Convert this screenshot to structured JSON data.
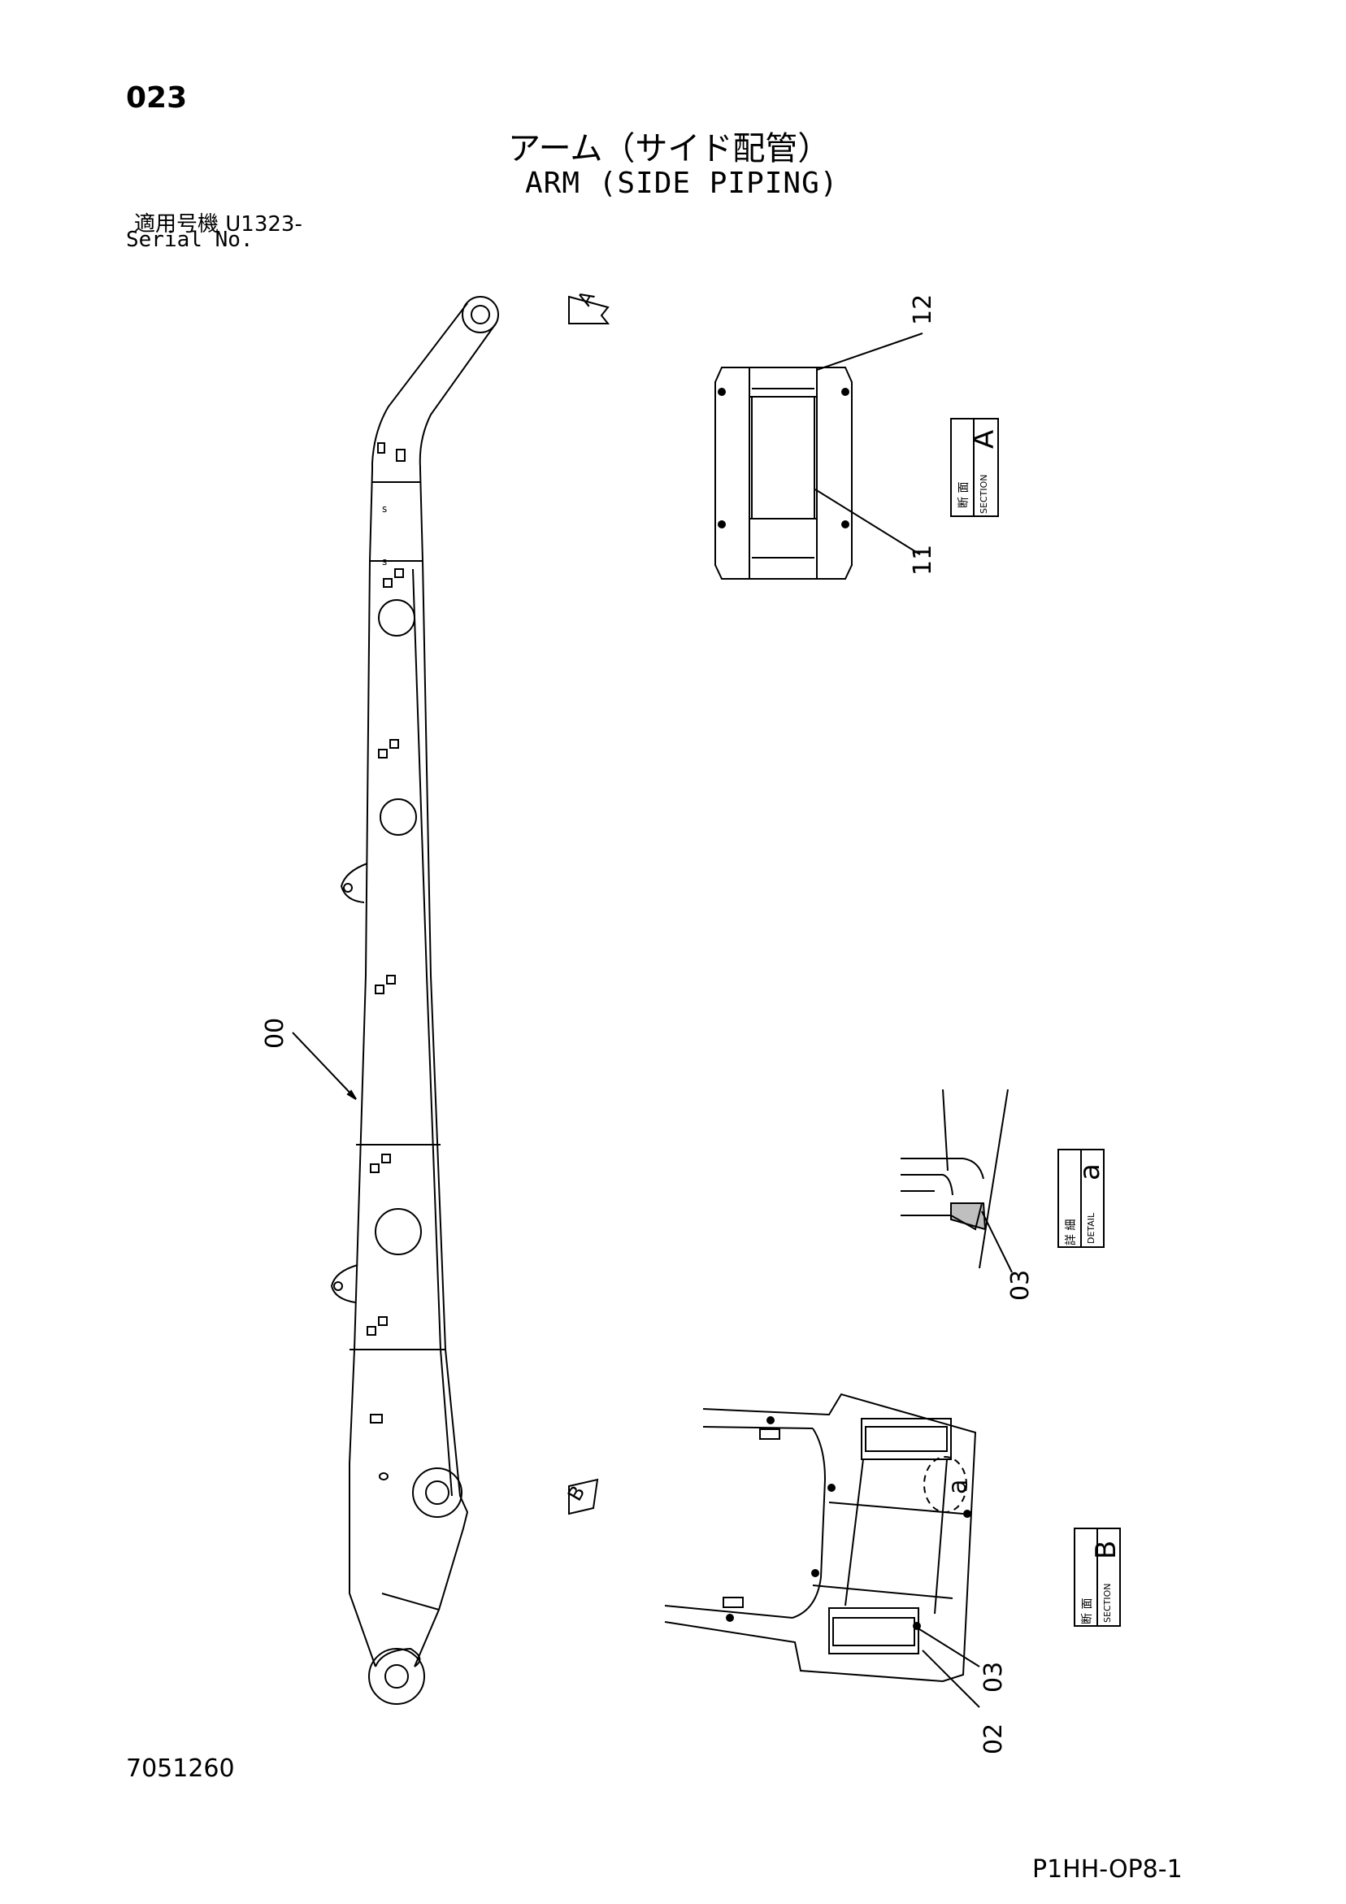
{
  "header": {
    "page_number": "023",
    "title_jp": "アーム（サイド配管）",
    "title_en": "ARM (SIDE PIPING)",
    "serial_label_jp": "適用号機  U1323-",
    "serial_label_en": "Serial No."
  },
  "footer": {
    "doc_number": "7051260",
    "page_code": "P1HH-OP8-1"
  },
  "views": {
    "arrow_a": "A",
    "arrow_b": "B",
    "section_a_jp": "断 面",
    "section_a_en": "SECTION",
    "section_a_letter": "A",
    "section_b_jp": "断 面",
    "section_b_en": "SECTION",
    "section_b_letter": "B",
    "detail_a_jp": "詳 細",
    "detail_a_en": "DETAIL",
    "detail_a_letter": "a",
    "detail_callout": "a"
  },
  "parts": {
    "arm": "00",
    "pipe_section_a_top": "12",
    "pipe_section_a_bottom": "11",
    "detail_clamp": "03",
    "section_b_clamp": "03",
    "section_b_plate": "02"
  }
}
